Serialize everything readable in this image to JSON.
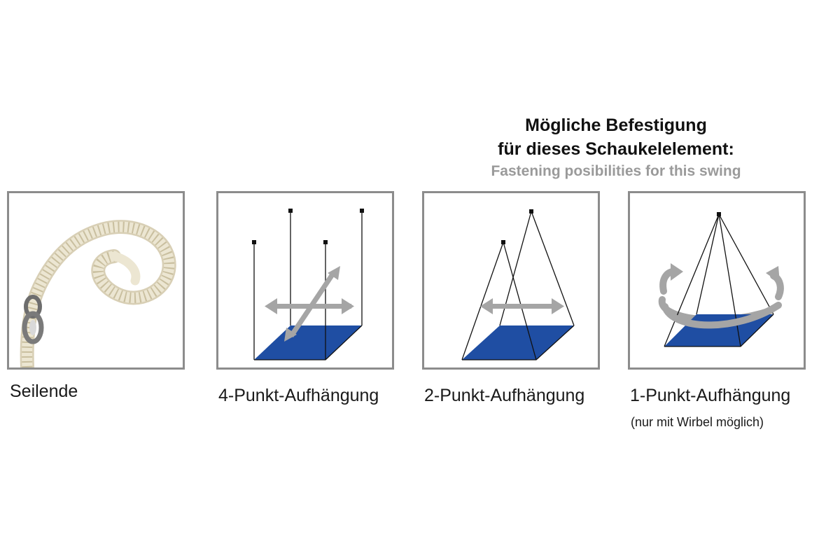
{
  "heading": {
    "line1": "Mögliche Befestigung",
    "line2": "für dieses Schaukelelement:",
    "line3": "Fastening posibilities for this swing"
  },
  "panels": [
    {
      "caption": "Seilende"
    },
    {
      "caption": "4-Punkt-Aufhängung"
    },
    {
      "caption": "2-Punkt-Aufhängung"
    },
    {
      "caption": "1-Punkt-Aufhängung",
      "note": "(nur mit Wirbel möglich)"
    }
  ],
  "colors": {
    "frame": "#8c8c8c",
    "seat": "#1f4ea3",
    "arrow": "#a5a5a5",
    "rope": "#ece6d2"
  }
}
